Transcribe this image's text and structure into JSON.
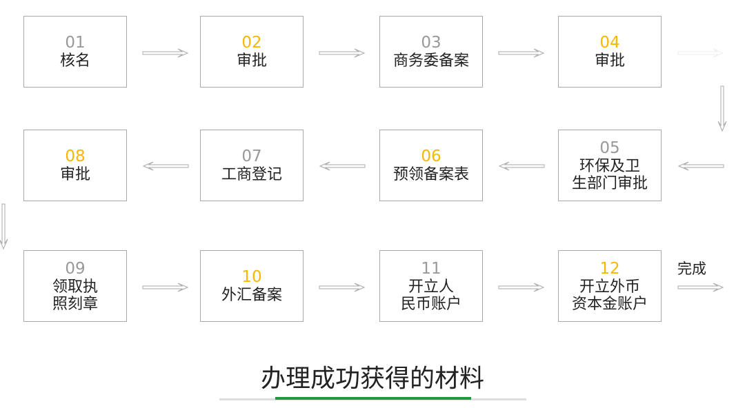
{
  "steps": [
    {
      "num": "01",
      "label": "核名"
    },
    {
      "num": "02",
      "label": "审批"
    },
    {
      "num": "03",
      "label": "商务委备案"
    },
    {
      "num": "04",
      "label": "审批"
    },
    {
      "num": "05",
      "label": "环保及卫\n生部门审批"
    },
    {
      "num": "06",
      "label": "预领备案表"
    },
    {
      "num": "07",
      "label": "工商登记"
    },
    {
      "num": "08",
      "label": "审批"
    },
    {
      "num": "09",
      "label": "领取执\n照刻章"
    },
    {
      "num": "10",
      "label": "外汇备案"
    },
    {
      "num": "11",
      "label": "开立人\n民币账户"
    },
    {
      "num": "12",
      "label": "开立外币\n资本金账户"
    }
  ],
  "done_label": "完成",
  "footer": {
    "title": "办理成功获得的材料"
  },
  "colors": {
    "highlight": "#f5b800",
    "muted": "#999999",
    "accent_green": "#1e9b3f",
    "border": "#a8a8a8",
    "arrow": "#aaaaaa"
  },
  "icons": {
    "arrow_right": "arrow-right-icon",
    "arrow_left": "arrow-left-icon",
    "arrow_down": "arrow-down-icon"
  }
}
